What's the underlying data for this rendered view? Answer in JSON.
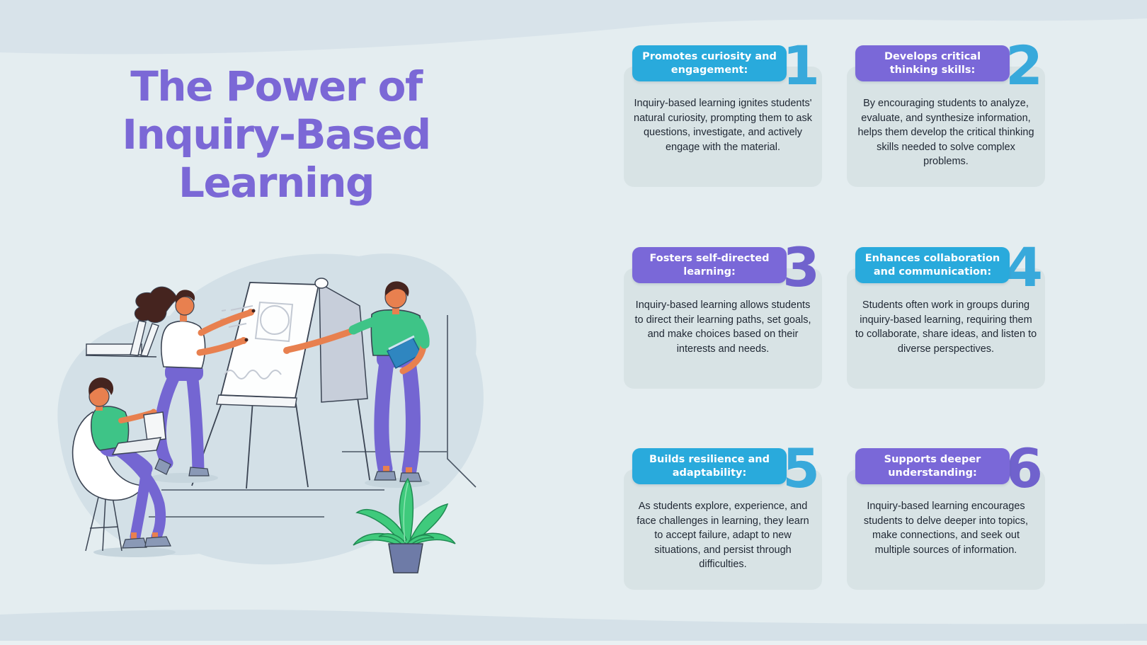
{
  "page": {
    "title_lines": [
      "The Power of",
      "Inquiry-Based",
      "Learning"
    ]
  },
  "colors": {
    "background": "#e4edf0",
    "wave_band": "#d8e3ea",
    "card_background": "#d8e3e5",
    "accent_cyan": "#29aadc",
    "accent_purple": "#7a68d8",
    "title_purple": "#7b68d6",
    "number_cyan": "#38a9db",
    "number_purple": "#7062cd",
    "body_text": "#1f2733"
  },
  "cards": [
    {
      "number": "1",
      "accent": "cyan",
      "number_accent": "cyan",
      "title": "Promotes curiosity and engagement:",
      "body": "Inquiry-based learning ignites students' natural curiosity, prompting them to ask questions, investigate, and actively engage with the material."
    },
    {
      "number": "2",
      "accent": "purple",
      "number_accent": "cyan",
      "title": "Develops critical thinking skills:",
      "body": "By encouraging students to analyze, evaluate, and synthesize information, helps them develop the critical thinking skills needed to solve complex problems."
    },
    {
      "number": "3",
      "accent": "purple",
      "number_accent": "purple",
      "title": "Fosters self-directed learning:",
      "body": "Inquiry-based learning allows students to direct their learning paths, set goals, and make choices based on their interests and needs."
    },
    {
      "number": "4",
      "accent": "cyan",
      "number_accent": "cyan",
      "title": "Enhances collaboration and communication:",
      "body": "Students often work in groups during inquiry-based learning, requiring them to collaborate, share ideas, and listen to diverse perspectives."
    },
    {
      "number": "5",
      "accent": "cyan",
      "number_accent": "cyan",
      "title": "Builds resilience and adaptability:",
      "body": "As students explore, experience, and face challenges in learning, they learn to accept failure, adapt to new situations, and persist through difficulties."
    },
    {
      "number": "6",
      "accent": "purple",
      "number_accent": "purple",
      "title": "Supports deeper understanding:",
      "body": "Inquiry-based learning encourages students to delve deeper into topics, make connections, and seek out multiple sources of information."
    }
  ],
  "illustration": {
    "elements": [
      "presenter-woman",
      "flipchart-easel",
      "standing-man-with-book",
      "seated-person-with-laptop",
      "egg-chair",
      "stool",
      "bookshelf",
      "potted-plant"
    ]
  }
}
